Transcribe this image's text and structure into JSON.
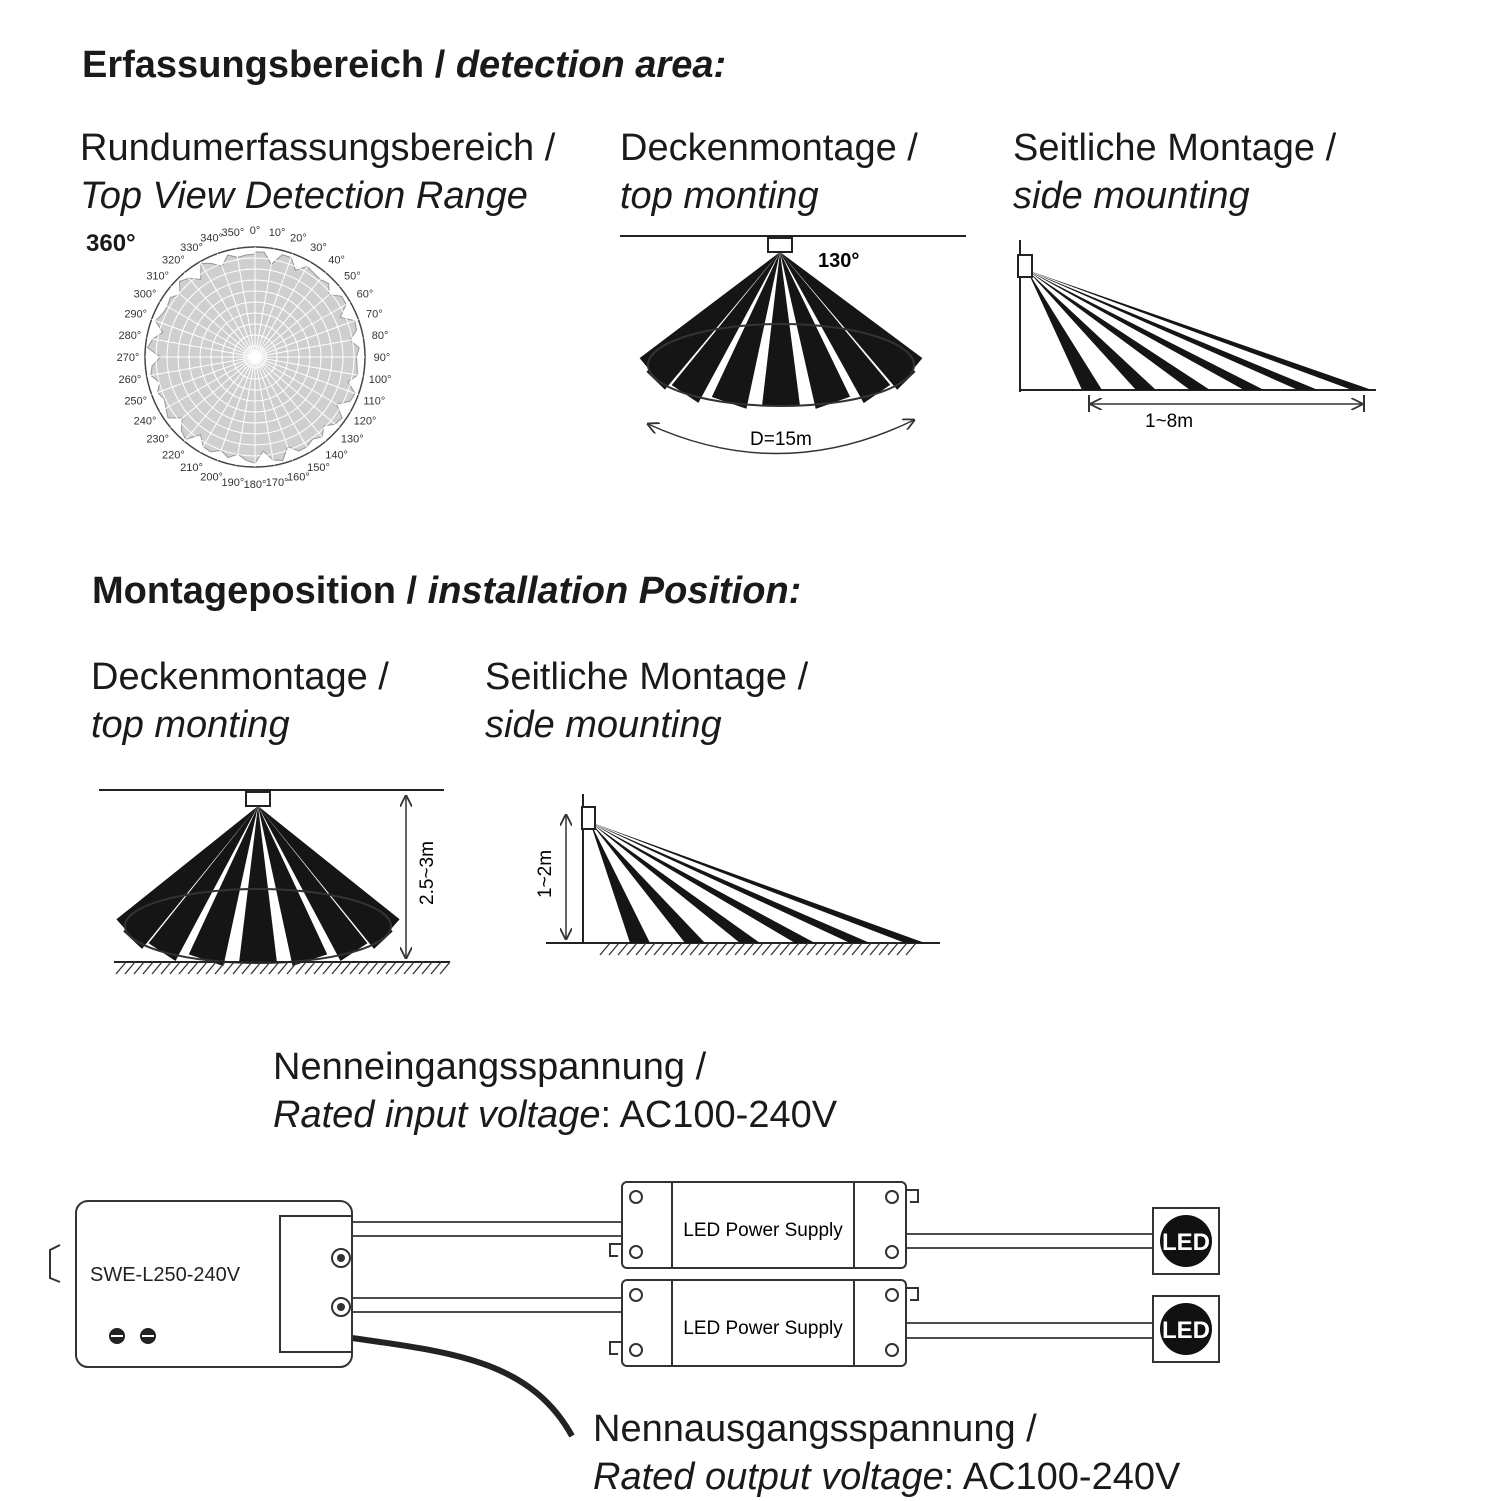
{
  "detection": {
    "title_de": "Erfassungsbereich / ",
    "title_en": "detection area:",
    "top_view": {
      "label_de": "Rundumerfassungsbereich /",
      "label_en": "Top View Detection Range",
      "range": "360°"
    },
    "ceiling": {
      "label_de": "Deckenmontage /",
      "label_en": "top monting",
      "angle": "130°",
      "diameter": "D=15m"
    },
    "side": {
      "label_de": "Seitliche Montage /",
      "label_en": "side mounting",
      "distance": "1~8m"
    }
  },
  "polar_ticks": [
    "0°",
    "10°",
    "20°",
    "30°",
    "40°",
    "50°",
    "60°",
    "70°",
    "80°",
    "90°",
    "100°",
    "110°",
    "120°",
    "130°",
    "140°",
    "150°",
    "160°",
    "170°",
    "180°",
    "190°",
    "200°",
    "210°",
    "220°",
    "230°",
    "240°",
    "250°",
    "260°",
    "270°",
    "280°",
    "290°",
    "300°",
    "310°",
    "320°",
    "330°",
    "340°",
    "350°"
  ],
  "installation": {
    "title_de": "Montageposition / ",
    "title_en": "installation Position:",
    "ceiling": {
      "label_de": "Deckenmontage /",
      "label_en": "top monting",
      "height": "2.5~3m"
    },
    "side": {
      "label_de": "Seitliche Montage /",
      "label_en": "side mounting",
      "height": "1~2m"
    }
  },
  "wiring": {
    "input_de": "Nenneingangsspannung /",
    "input_en": "Rated input voltage",
    "input_value": ": AC100-240V",
    "output_de": "Nennausgangsspannung /",
    "output_en": "Rated output voltage",
    "output_value": ": AC100-240V",
    "device": "SWE-L250-240V",
    "psu_label": "LED Power Supply",
    "led_label": "LED"
  }
}
